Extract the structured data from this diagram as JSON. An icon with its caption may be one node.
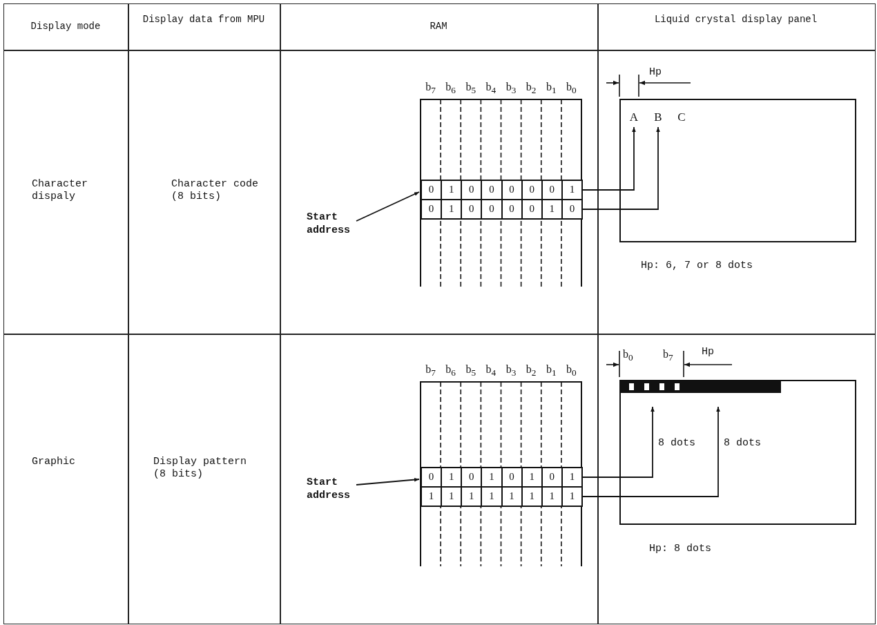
{
  "diagram": {
    "nodes": [
      {
        "text": [
          "Start address"
        ]
      },
      {
        "text": [
          "0",
          "1",
          "0",
          "0",
          "0",
          "0",
          "0",
          "1"
        ]
      },
      {
        "text": [
          "0",
          "1",
          "0",
          "0",
          "0",
          "0",
          "1",
          "0"
        ]
      },
      {
        "text": [],
        "shape": "box"
      },
      {
        "text": [
          "A"
        ],
        "in": 3
      },
      {
        "text": [
          "B"
        ],
        "in": 3
      },
      {
        "text": [
          "C"
        ],
        "in": 3
      },
      {
        "text": [
          "Start address"
        ]
      },
      {
        "text": [
          "0",
          "1",
          "0",
          "1",
          "0",
          "1",
          "0",
          "1"
        ]
      },
      {
        "text": [
          "1",
          "1",
          "1",
          "1",
          "1",
          "1",
          "1",
          "1"
        ]
      },
      {
        "text": [],
        "shape": "box"
      },
      {
        "text": [],
        "shape": "bar",
        "in": 10
      }
    ],
    "edges": [
      {
        "from": 0,
        "to": 1,
        "arrow": "to"
      },
      {
        "from": 1,
        "to": 4,
        "arrow": "to"
      },
      {
        "from": 2,
        "to": 5,
        "arrow": "to"
      },
      {
        "from": 7,
        "to": 8,
        "arrow": "to"
      },
      {
        "from": 8,
        "to": 11,
        "arrow": "to",
        "label": "8 dots"
      },
      {
        "from": 9,
        "to": 11,
        "arrow": "to",
        "label": "8 dots"
      }
    ],
    "labels": [
      "Display mode",
      "Display data from MPU",
      "RAM",
      "Liquid crystal display panel",
      "Character dispaly",
      "Character code (8 bits)",
      "b$_{7}$",
      "b$_{6}$",
      "b$_{5}$",
      "b$_{4}$",
      "b$_{3}$",
      "b$_{2}$",
      "b$_{1}$",
      "b$_{0}$",
      "Hp",
      "Hp: 6, 7 or 8 dots",
      "Graphic",
      "Display pattern (8 bits)",
      "b$_{0}$",
      "b$_{7}$",
      "Hp",
      "b$_{7}$",
      "b$_{6}$",
      "b$_{5}$",
      "b$_{4}$",
      "b$_{3}$",
      "b$_{2}$",
      "b$_{1}$",
      "b$_{0}$",
      "Hp: 8 dots"
    ]
  }
}
